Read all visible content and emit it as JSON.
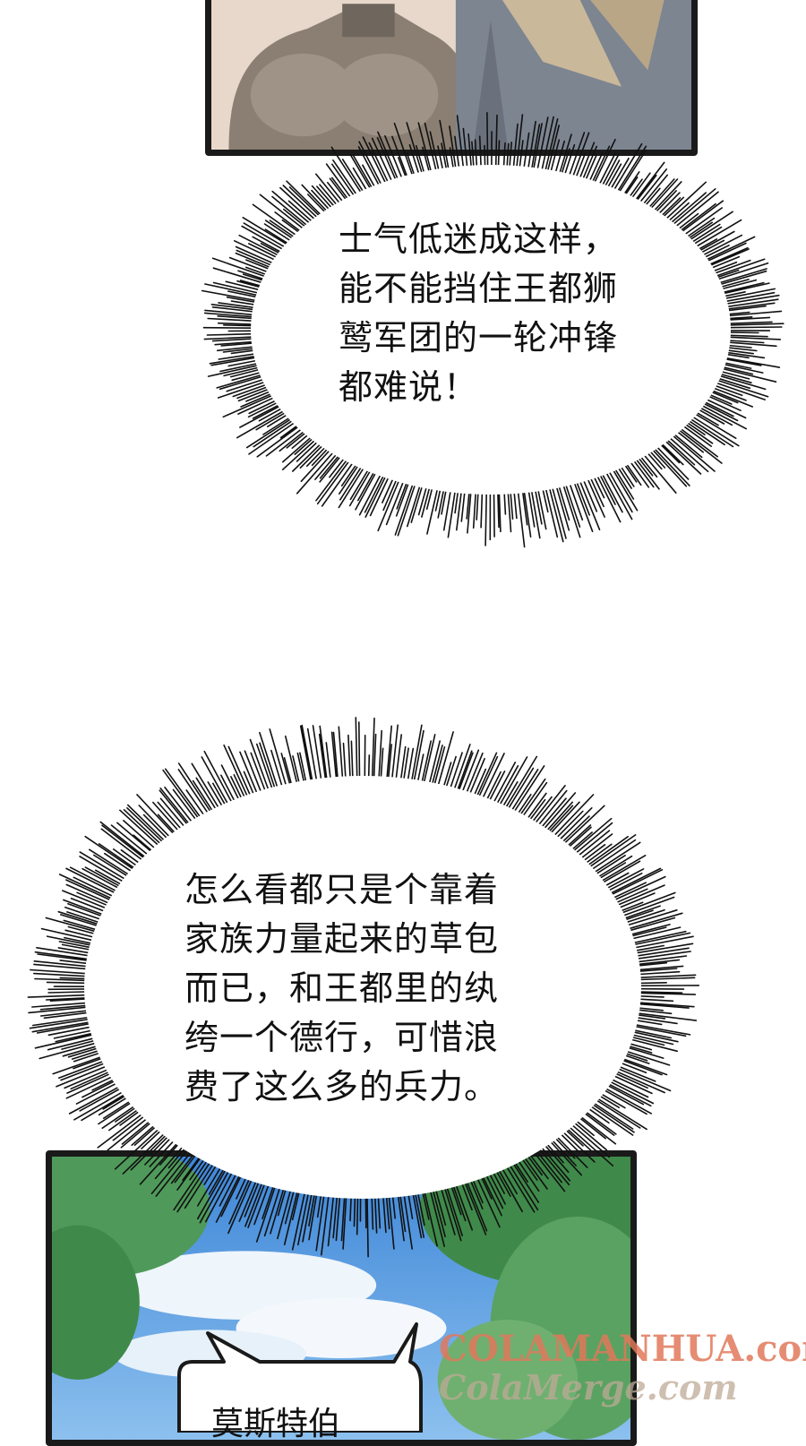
{
  "bubble_1": {
    "lines": [
      "士气低迷成这样，",
      "能不能挡住王都狮",
      "鹫军团的一轮冲锋",
      "都难说！"
    ]
  },
  "bubble_2": {
    "lines": [
      "怎么看都只是个靠着",
      "家族力量起来的草包",
      "而已，和王都里的纨",
      "绔一个德行，可惜浪",
      "费了这么多的兵力。"
    ]
  },
  "small_bubble": {
    "text": "莫斯特伯"
  },
  "watermark": {
    "line1": "COLAMANHUA.com",
    "line2": "ColaMerge.com"
  },
  "colors": {
    "panel_border": "#1a1a1a",
    "sky": "#5a9fe0",
    "foliage": "#3f8a4a",
    "coat": "#7d8591",
    "sweater": "#8a7f72"
  }
}
